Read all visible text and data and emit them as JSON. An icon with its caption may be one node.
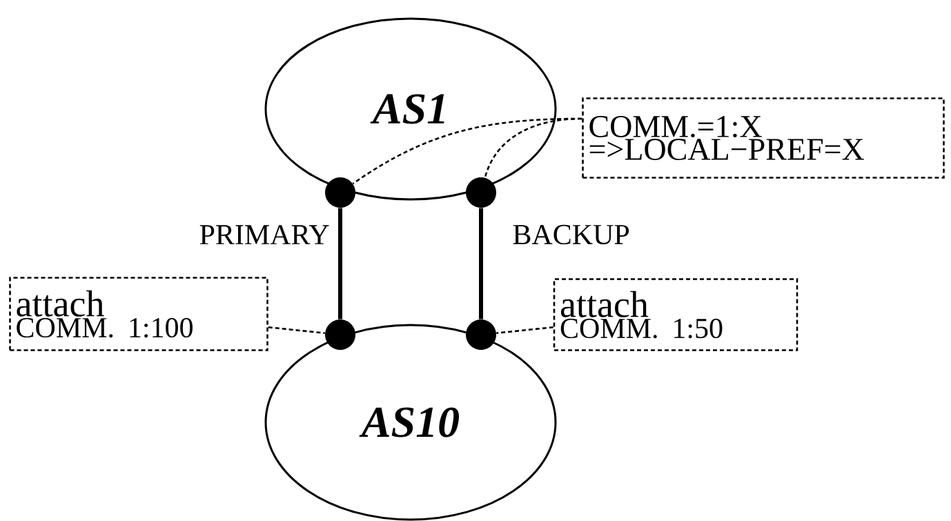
{
  "diagram": {
    "nodes": [
      {
        "text": [
          "AS1"
        ]
      },
      {
        "text": [
          "AS10"
        ]
      },
      {
        "text": [],
        "shape": "circle"
      },
      {
        "text": [],
        "shape": "circle"
      },
      {
        "text": [],
        "shape": "circle"
      },
      {
        "text": [],
        "shape": "circle"
      },
      {
        "text": [
          "COMM.=1:X =>LOCAL−PREF=X"
        ]
      },
      {
        "text": [
          "attach",
          "COMM. 1:100"
        ]
      },
      {
        "text": [
          "attach",
          "COMM. 1:50"
        ]
      }
    ],
    "edges": [
      {
        "from": 2,
        "to": 4,
        "arrow": "none",
        "style": "thick",
        "label": "PRIMARY"
      },
      {
        "from": 3,
        "to": 5,
        "arrow": "none",
        "style": "thick",
        "label": "BACKUP"
      },
      {
        "from": 6,
        "to": 2,
        "arrow": "none",
        "style": "dashed"
      },
      {
        "from": 6,
        "to": 3,
        "arrow": "none",
        "style": "dashed"
      },
      {
        "from": 7,
        "to": 4,
        "arrow": "none",
        "style": "dashed"
      },
      {
        "from": 8,
        "to": 5,
        "arrow": "none",
        "style": "dashed"
      }
    ]
  }
}
